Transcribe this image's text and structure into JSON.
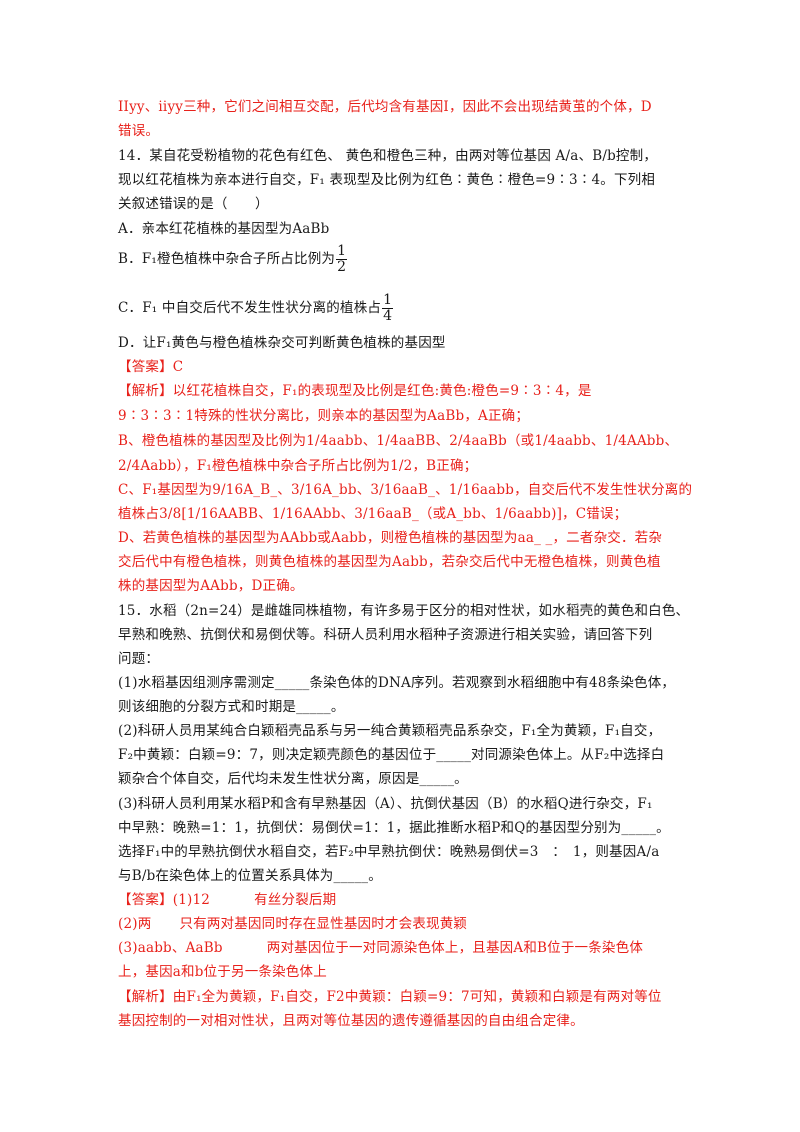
{
  "prev_explanation": {
    "line1": "IIyy、iiyy三种，它们之间相互交配，后代均含有基因I，因此不会出现结黄茧的个体，D",
    "line2": "错误。"
  },
  "q14": {
    "stem1": "14．某自花受粉植物的花色有红色、 黄色和橙色三种，由两对等位基因 A/a、B/b控制，",
    "stem2": "现以红花植株为亲本进行自交，F₁ 表现型及比例为红色∶黄色∶橙色=9∶3∶4。下列相",
    "stem3": "关叙述错误的是（　　）",
    "optA": "A．亲本红花植株的基因型为AaBb",
    "optB_text": "B．F₁橙色植株中杂合子所占比例为",
    "optB_num": "1",
    "optB_den": "2",
    "optC_text": "C．F₁ 中自交后代不发生性状分离的植株占",
    "optC_num": "1",
    "optC_den": "4",
    "optD": "D．让F₁黄色与橙色植株杂交可判断黄色植株的基因型",
    "answer": "【答案】C",
    "exp1": "【解析】以红花植株自交，F₁的表现型及比例是红色:黄色:橙色=9∶3∶4，是",
    "exp2": "9∶3∶3∶1特殊的性状分离比，则亲本的基因型为AaBb，A正确；",
    "exp3": "B、橙色植株的基因型及比例为1/4aabb、1/4aaBB、2/4aaBb（或1/4aabb、1/4AAbb、",
    "exp4": "2/4Aabb），F₁橙色植株中杂合子所占比例为1/2，B正确；",
    "exp5": "C、F₁基因型为9/16A_B_、3/16A_bb、3/16aaB_、1/16aabb，自交后代不发生性状分离的",
    "exp6": "植株占3/8[1/16AABB、1/16AAbb、3/16aaB_（或A_bb、1/6aabb)]，C错误；",
    "exp7": "D、若黄色植株的基因型为AAbb或Aabb，则橙色植株的基因型为aa_ _，二者杂交．若杂",
    "exp8": "交后代中有橙色植株，则黄色植株的基因型为Aabb，若杂交后代中无橙色植株，则黄色植",
    "exp9": "株的基因型为AAbb，D正确。"
  },
  "q15": {
    "stem1": "15．水稻（2n=24）是雌雄同株植物，有许多易于区分的相对性状，如水稻壳的黄色和白色、",
    "stem2": "早熟和晚熟、抗倒伏和易倒伏等。科研人员利用水稻种子资源进行相关实验，请回答下列",
    "stem3": "问题：",
    "p1a": "(1)水稻基因组测序需测定_____条染色体的DNA序列。若观察到水稻细胞中有48条染色体，",
    "p1b": "则该细胞的分裂方式和时期是_____。",
    "p2a": "(2)科研人员用某纯合白颖稻壳品系与另一纯合黄颖稻壳品系杂交，F₁全为黄颖，F₁自交，",
    "p2b": "F₂中黄颖：白颖=9：7，则决定颖壳颜色的基因位于_____对同源染色体上。从F₂中选择白",
    "p2c": "颖杂合个体自交，后代均未发生性状分离，原因是_____。",
    "p3a": "(3)科研人员利用某水稻P和含有早熟基因（A）、抗倒伏基因（B）的水稻Q进行杂交，F₁",
    "p3b": "中早熟：晚熟=1：1，抗倒伏：易倒伏=1：1，据此推断水稻P和Q的基因型分别为_____。",
    "p3c": "选择F₁中的早熟抗倒伏水稻自交，若F₂中早熟抗倒伏：晚熟易倒伏=3　：　1，则基因A/a",
    "p3d": "与B/b在染色体上的位置关系具体为_____。",
    "ans1_label": "【答案】(1)12",
    "ans1_text": "有丝分裂后期",
    "ans2_label": "(2)两",
    "ans2_text": "只有两对基因同时存在显性基因时才会表现黄颖",
    "ans3_label": "(3)aabb、AaBb",
    "ans3_text": "两对基因位于一对同源染色体上，且基因A和B位于一条染色体",
    "ans3_cont": "上，基因a和b位于另一条染色体上",
    "exp1": "【解析】由F₁全为黄颖，F₁自交，F2中黄颖：白颖=9：7可知，黄颖和白颖是有两对等位",
    "exp2": "基因控制的一对相对性状，且两对等位基因的遗传遵循基因的自由组合定律。"
  },
  "colors": {
    "answer_red": "#e8211b",
    "body_text": "#1a1a1a"
  }
}
